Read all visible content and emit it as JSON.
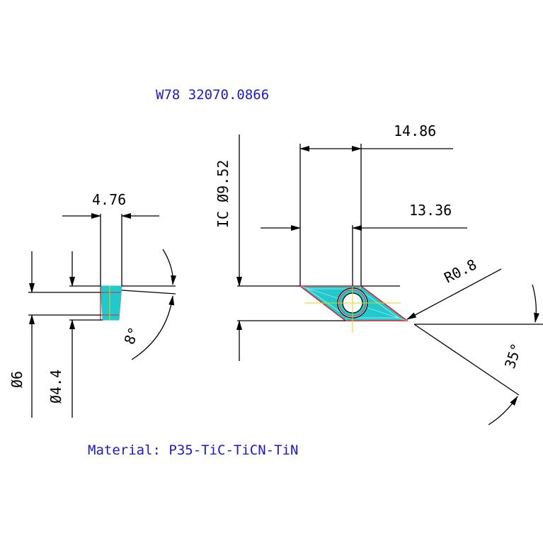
{
  "part_number": "W78 32070.0866",
  "material": "Material: P35-TiC-TiCN-TiN",
  "dimensions": {
    "thickness": "4.76",
    "clearance_angle": "8°",
    "outer_diameter": "Ø6",
    "hole_diameter": "Ø4.4",
    "inscribed_circle": "IC Ø9.52",
    "length_outer": "14.86",
    "length_inner": "13.36",
    "corner_radius": "R0.8",
    "corner_angle": "35°"
  },
  "colors": {
    "text_blue": "#1a1acc",
    "line": "#000000",
    "fill_cyan": "#22c8cc",
    "outline_red": "#e0202a",
    "center_yellow": "#e6d400"
  }
}
